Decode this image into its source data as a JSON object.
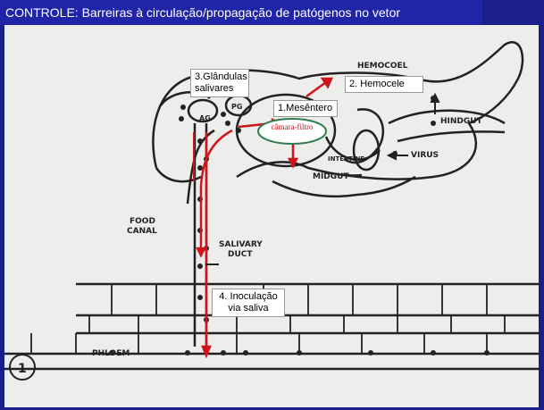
{
  "title": "CONTROLE: Barreiras à circulação/propagação  de patógenos no vetor",
  "labels": {
    "glandulas": "3.Glândulas salivares",
    "hemocele": "2. Hemocele",
    "mesentero": "1.Mesêntero",
    "camara_filtro": "câmara-filtro",
    "inoculacao": "4. Inoculação via saliva"
  },
  "printed_labels": {
    "hemocoel": "HEMOCOEL",
    "ag": "AG",
    "pg": "PG",
    "hindgut": "HINDGUT",
    "intestine": "INTESTINE",
    "virus": "VIRUS",
    "midgut": "MIDGUT",
    "food_canal_1": "FOOD",
    "food_canal_2": "CANAL",
    "salivary_duct_1": "SALIVARY",
    "salivary_duct_2": "DUCT",
    "phloem": "PHLOEM",
    "plate_number": "1"
  },
  "colors": {
    "title_bg": "#1f25a6",
    "arrow": "#d0141c",
    "filter_border": "#2e7d4f",
    "ink": "#222222"
  }
}
